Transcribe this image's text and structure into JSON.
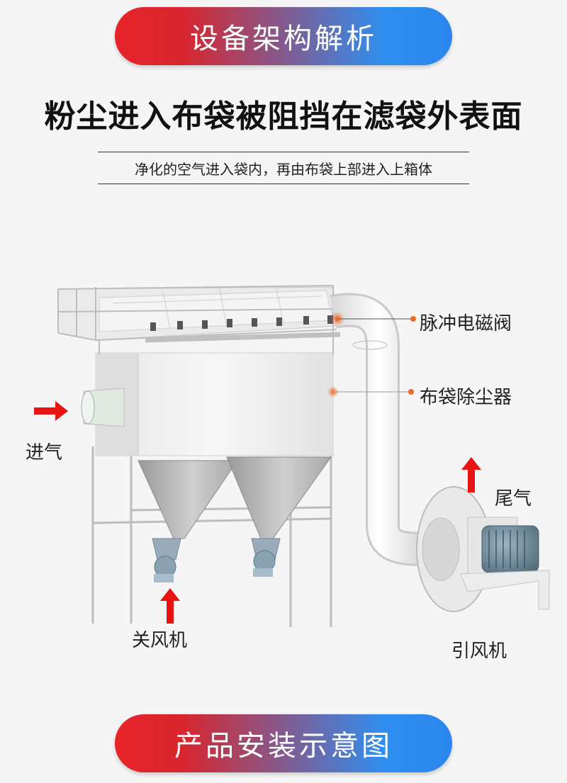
{
  "header": {
    "section_title": "设备架构解析",
    "headline": "粉尘进入布袋被阻挡在滤袋外表面",
    "subline": "净化的空气进入袋内，再由布袋上部进入上箱体"
  },
  "labels": {
    "pulse_valve": "脉冲电磁阀",
    "bag_filter": "布袋除尘器",
    "air_inlet": "进气",
    "exhaust": "尾气",
    "airlock": "关风机",
    "induced_fan": "引风机"
  },
  "footer": {
    "section_title": "产品安装示意图"
  },
  "colors": {
    "pill_left": "#e8242a",
    "pill_right": "#2e8ff0",
    "arrow": "#e81414",
    "dot": "#ef6a2a"
  }
}
